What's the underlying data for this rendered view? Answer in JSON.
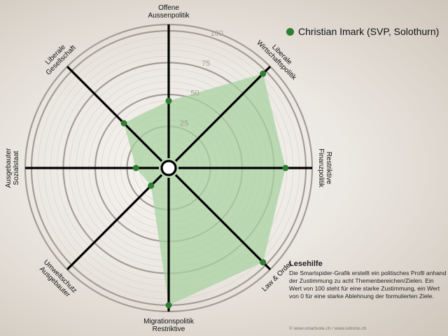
{
  "chart_data": {
    "type": "radar",
    "axes": [
      {
        "label": [
          "Offene",
          "Aussenpolitik"
        ]
      },
      {
        "label": [
          "Liberale",
          "Wirtschaftspolitik"
        ]
      },
      {
        "label": [
          "Restriktive",
          "Finanzpolitik"
        ]
      },
      {
        "label": [
          "Law & Order"
        ]
      },
      {
        "label": [
          "Restriktive",
          "Migrationspolitik"
        ]
      },
      {
        "label": [
          "Ausgebauter",
          "Umweltschutz"
        ]
      },
      {
        "label": [
          "Ausgebauter",
          "Sozialstaat"
        ]
      },
      {
        "label": [
          "Liberale",
          "Gesellschaft"
        ]
      }
    ],
    "series": [
      {
        "name": "Christian Imark (SVP, Solothurn)",
        "values": [
          45,
          97,
          84,
          97,
          100,
          12,
          18,
          42
        ]
      }
    ],
    "rlim": [
      0,
      100
    ],
    "ring_labels": [
      "25",
      "50",
      "75",
      "100"
    ],
    "fill_color": "#a8d2a0",
    "point_color": "#2e7d32"
  },
  "help": {
    "title": "Lesehilfe",
    "text": "Die Smartspider-Grafik erstellt ein politisches Profil anhand der Zustimmung zu acht Themenbereichen/Zielen. Ein Wert von 100 steht für eine starke Zustimmung, ein Wert von 0 für eine starke Ablehnung der formulierten Ziele."
  },
  "credit": "© www.smartvote.ch / www.sotomo.ch"
}
